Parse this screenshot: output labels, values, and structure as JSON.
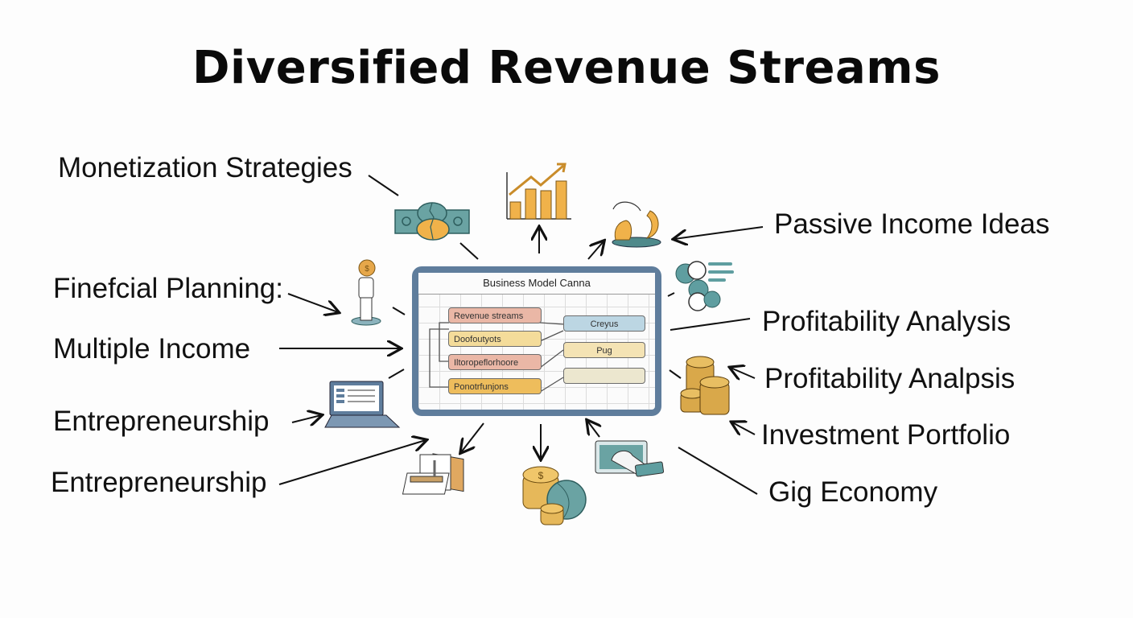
{
  "title": "Diversified Revenue Streams",
  "left_labels": [
    {
      "text": "Monetization Strategies"
    },
    {
      "text": "Finefcial Planning:"
    },
    {
      "text": "Multiple Income"
    },
    {
      "text": "Entrepreneurship"
    },
    {
      "text": "Entrepreneurship"
    }
  ],
  "right_labels": [
    {
      "text": "Passive Income Ideas"
    },
    {
      "text": "Profitability Analysis"
    },
    {
      "text": "Profitability Analpsis"
    },
    {
      "text": "Investment Portfolio"
    },
    {
      "text": "Gig Economy"
    }
  ],
  "canvas": {
    "title": "Business Model Canna",
    "left_boxes": [
      {
        "text": "Revenue streams",
        "color": "#eab7a6"
      },
      {
        "text": "Doofoutyots",
        "color": "#f4dc9a"
      },
      {
        "text": "Iltoropeflorhoore",
        "color": "#eab7a6"
      },
      {
        "text": "Ponotrfunjons",
        "color": "#eebd5c"
      }
    ],
    "right_boxes": [
      {
        "text": "Creyus",
        "color": "#bcd6e3"
      },
      {
        "text": "Pug",
        "color": "#f4e3b4"
      },
      {
        "text": "",
        "color": "#ece7cf"
      }
    ],
    "frame_color": "#5f7d9c"
  },
  "icons": [
    "money-bill-icon",
    "growth-chart-icon",
    "hand-coin-icon",
    "coins-flow-icon",
    "coin-person-icon",
    "laptop-icon",
    "documents-icon",
    "coin-stack-globe-icon",
    "laptop-card-icon",
    "coin-stacks-icon"
  ],
  "colors": {
    "accent_orange": "#f0b24a",
    "accent_teal": "#5f9ea0",
    "frame_blue": "#5f7d9c",
    "text": "#111111"
  }
}
